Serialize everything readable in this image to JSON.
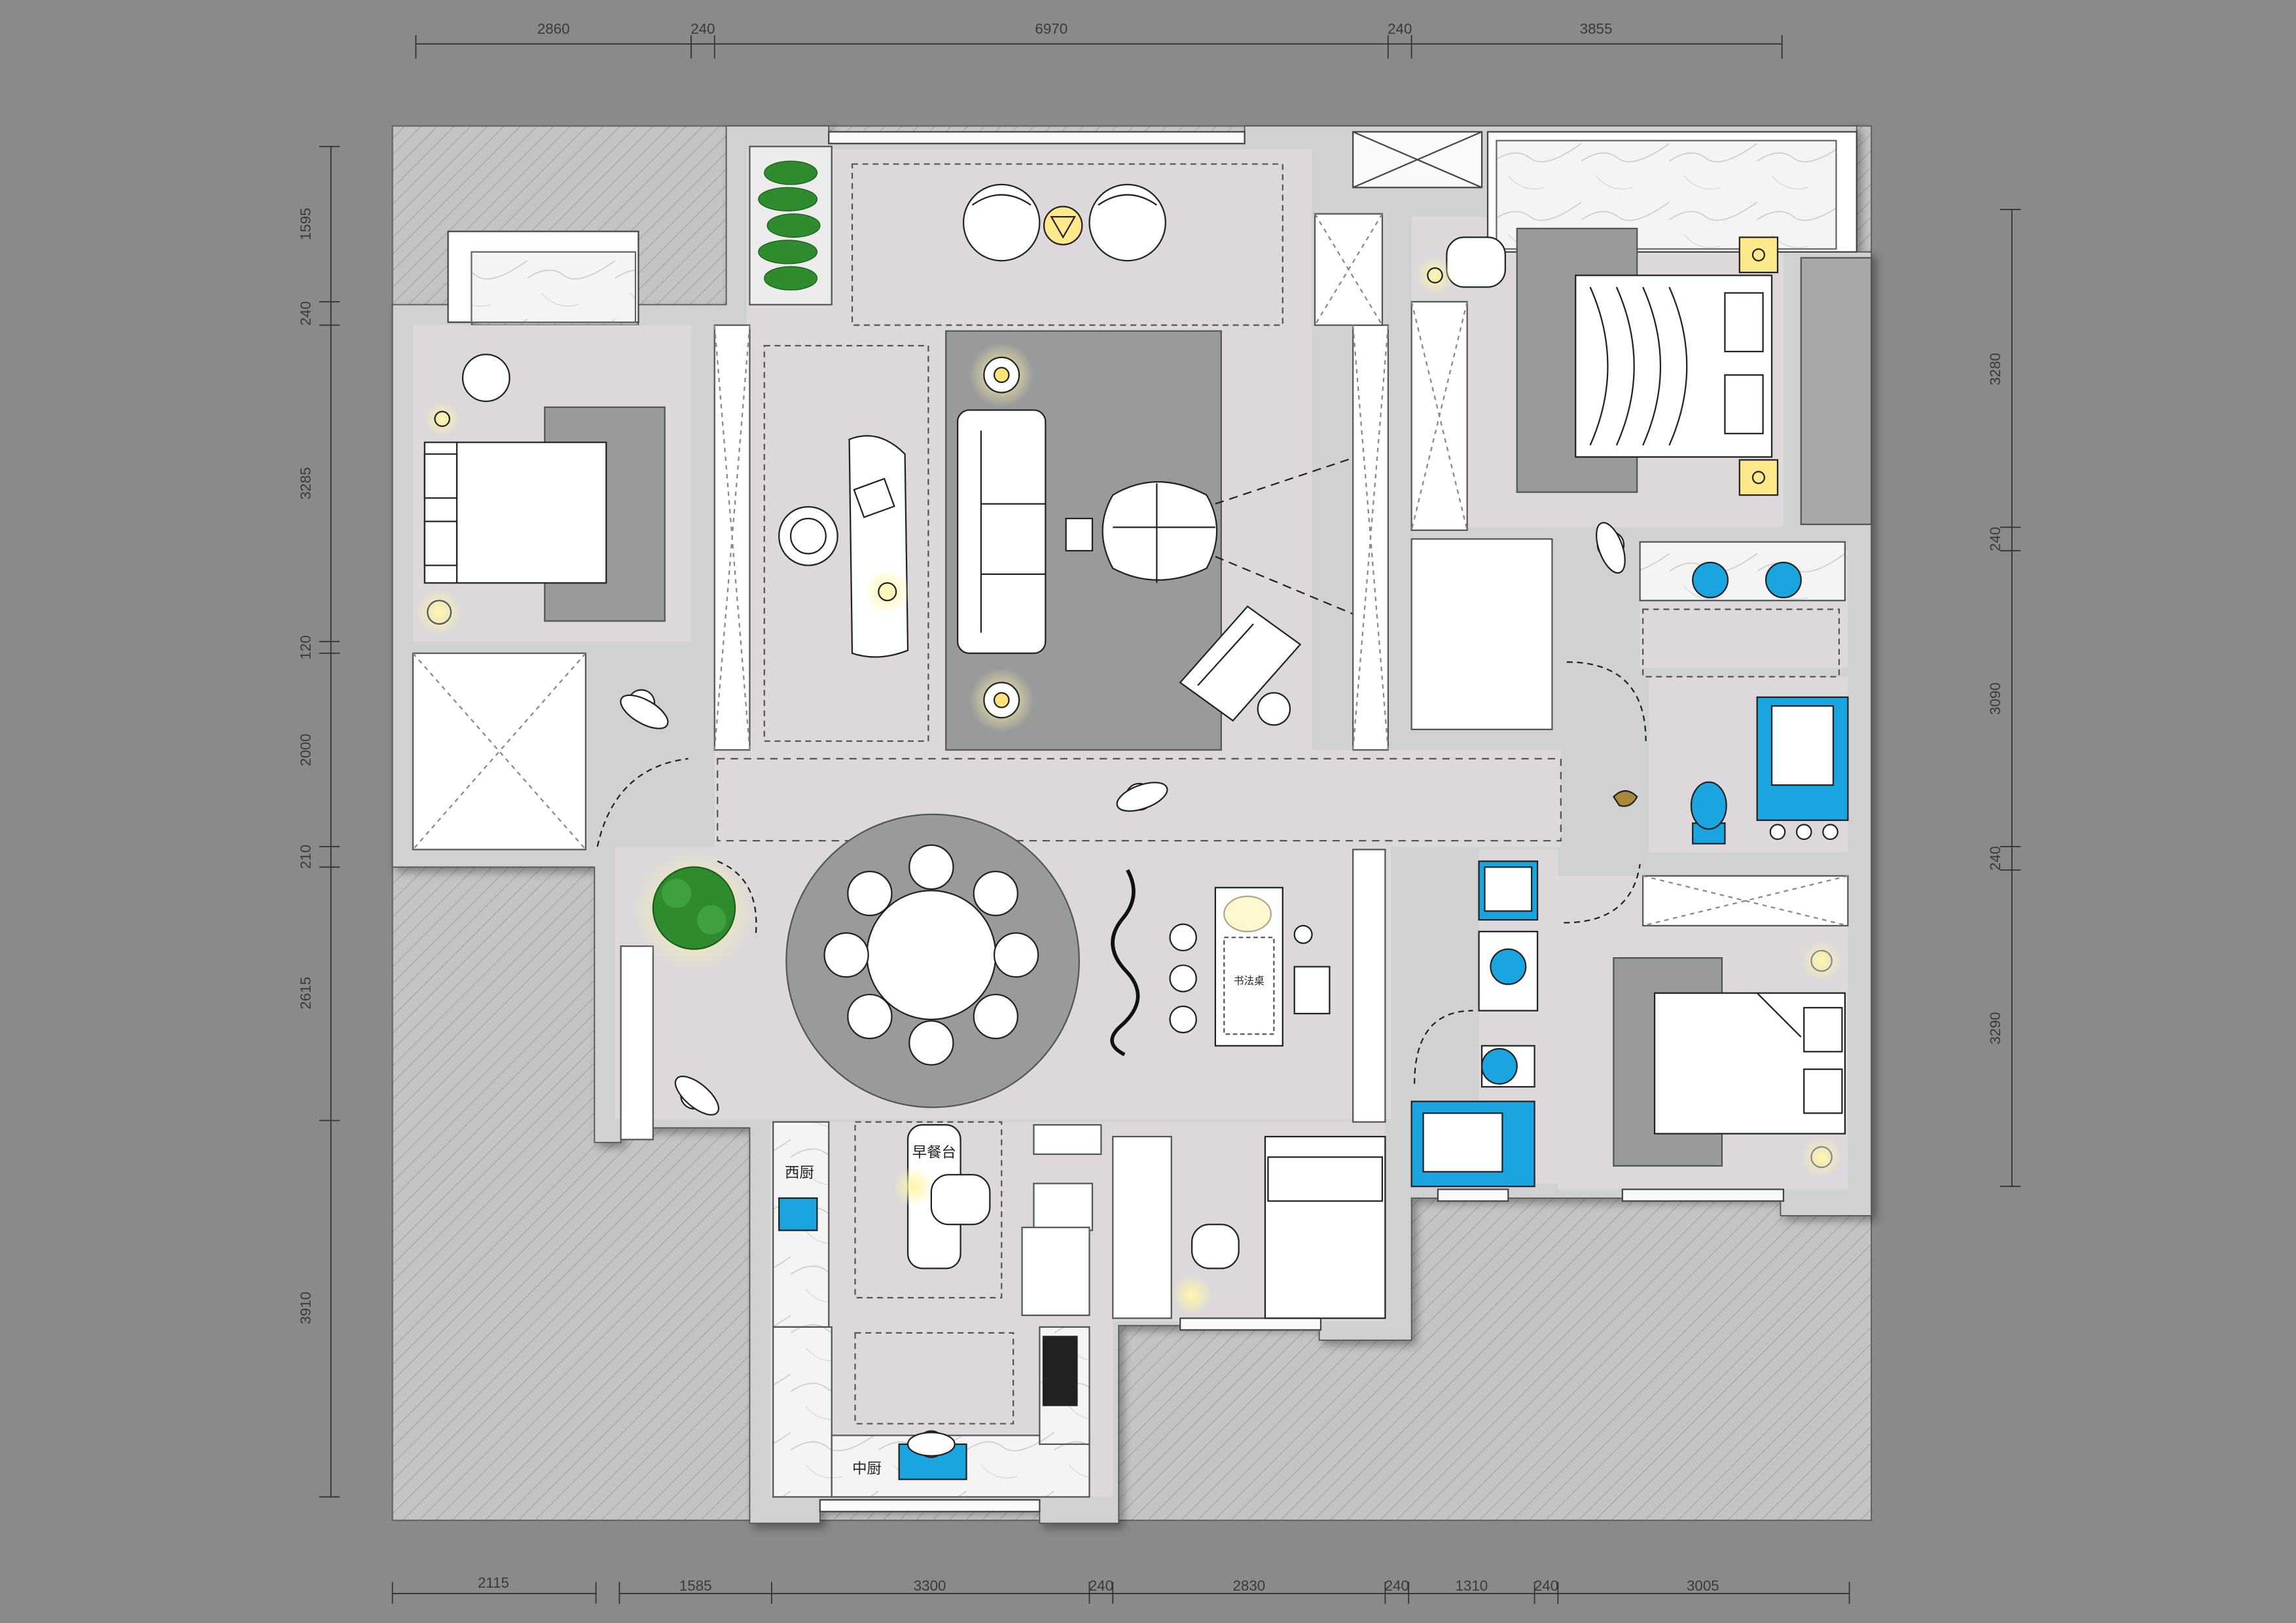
{
  "dimensions": {
    "top": [
      "2860",
      "240",
      "6970",
      "240",
      "3855"
    ],
    "bottom": [
      "2115",
      "1585",
      "3300",
      "240",
      "2830",
      "240",
      "1310",
      "240",
      "3005"
    ],
    "left": [
      "1595",
      "240",
      "3285",
      "120",
      "2000",
      "210",
      "2615",
      "3910"
    ],
    "right": [
      "3280",
      "240",
      "3090",
      "240",
      "3290"
    ]
  },
  "rooms": {
    "western_kitchen": "西厨",
    "breakfast_bar": "早餐台",
    "chinese_kitchen": "中厨",
    "bookshelf_label": "书法桌"
  },
  "colors": {
    "background": "#8a8a8a",
    "exterior": "#bdbdbd",
    "floor": "#dcd8db",
    "wall": "#d0d0d0",
    "rug": "#9a9a9a",
    "sanitary": "#1aa5e0",
    "plant": "#2e8b2e",
    "lamp_glow": "#fff4b0"
  }
}
